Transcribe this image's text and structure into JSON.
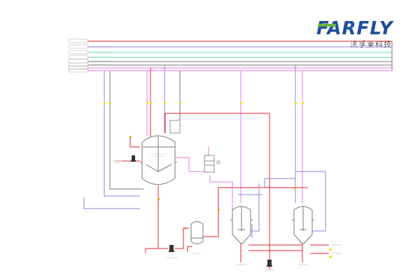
{
  "logo": {
    "brand": "FARFLY",
    "subtitle": "法孚莱科技"
  },
  "colors": {
    "brand_blue": "#1f4e9a",
    "brand_green": "#6cb33f",
    "line_red": "#e8232b",
    "line_blue": "#8a86e0",
    "line_magenta": "#e27ae6",
    "line_green": "#6ee0a8",
    "line_gray": "#777777",
    "marker_yellow": "#f0e020"
  },
  "diagram": {
    "type": "process flow (P&ID) diagram",
    "header_lines_count": 8,
    "equipment": [
      "reactor",
      "condenser",
      "receiver-tank",
      "crystallizer-1",
      "crystallizer-2",
      "pump-1",
      "pump-2",
      "pump-3"
    ]
  }
}
